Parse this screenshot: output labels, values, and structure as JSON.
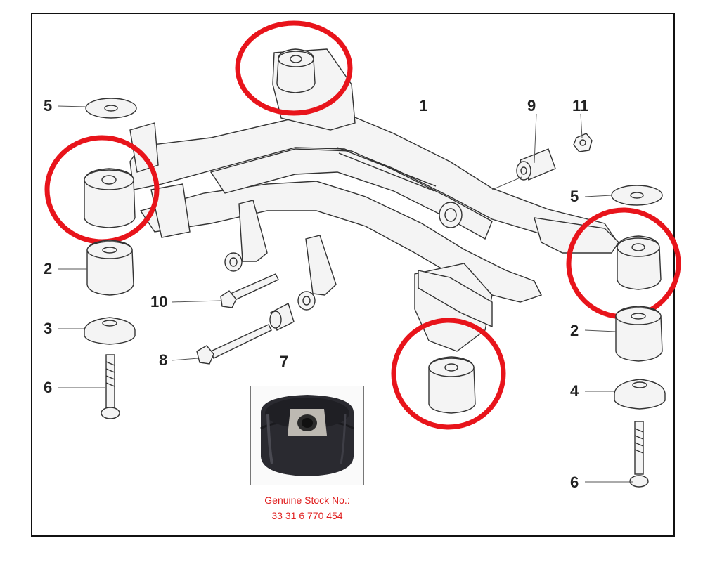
{
  "callouts": {
    "c1": "1",
    "c2_left": "2",
    "c2_right": "2",
    "c3": "3",
    "c4": "4",
    "c5_left": "5",
    "c5_right": "5",
    "c6_left": "6",
    "c6_right": "6",
    "c7": "7",
    "c8": "8",
    "c9": "9",
    "c10": "10",
    "c11": "11"
  },
  "caption": {
    "line1": "Genuine Stock No.:",
    "line2": "33 31 6 770 454"
  },
  "colors": {
    "highlight_circle": "#e8141b",
    "caption_text": "#e02020",
    "line_art": "#333333",
    "part_fill": "#f4f4f4"
  }
}
